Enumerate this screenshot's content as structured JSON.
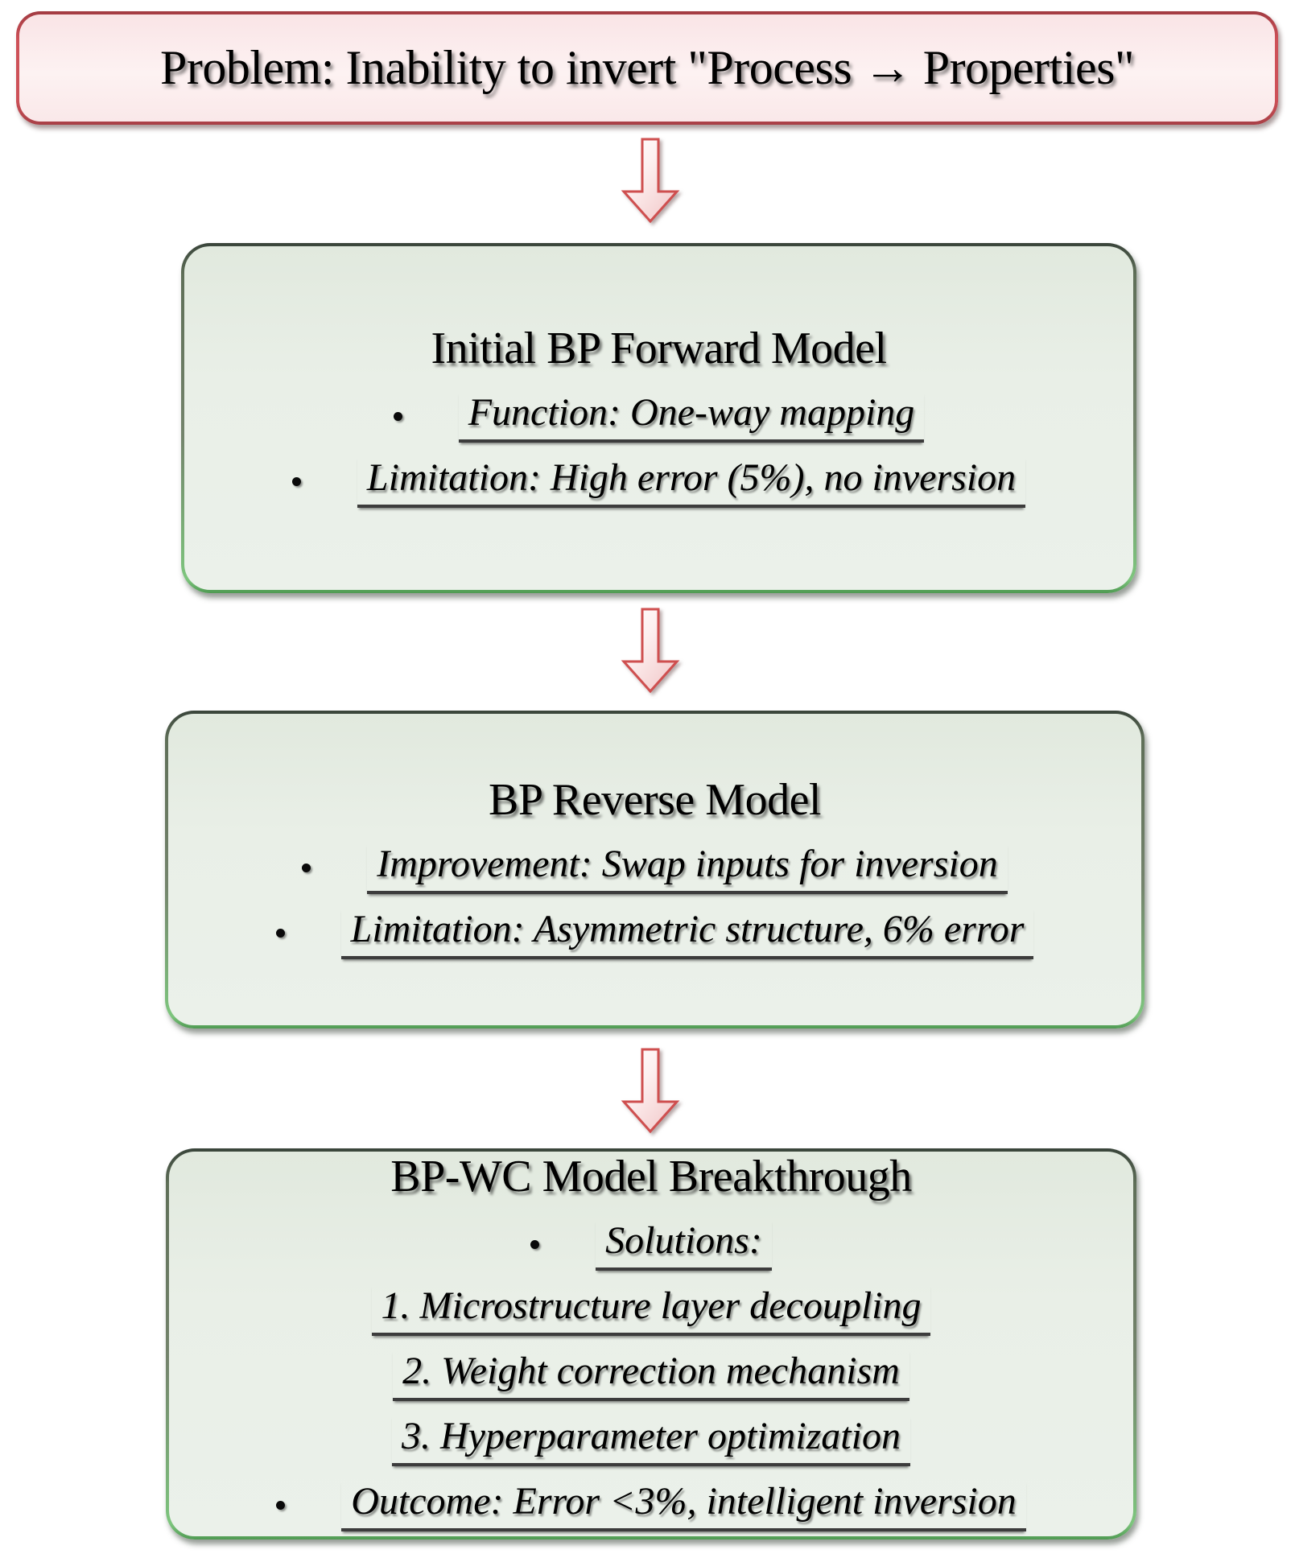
{
  "problem_box": {
    "text": "Problem: Inability to invert \"Process → Properties\""
  },
  "boxes": [
    {
      "title": "Initial BP Forward Model",
      "items": [
        {
          "bullet": true,
          "text": "Function: One-way mapping"
        },
        {
          "bullet": true,
          "text": "Limitation: High error (5%), no inversion"
        }
      ]
    },
    {
      "title": "BP Reverse Model",
      "items": [
        {
          "bullet": true,
          "text": "Improvement: Swap inputs for inversion"
        },
        {
          "bullet": true,
          "text": "Limitation: Asymmetric structure, 6% error"
        }
      ]
    },
    {
      "title": "BP-WC Model Breakthrough",
      "items": [
        {
          "bullet": true,
          "text": "Solutions:"
        },
        {
          "bullet": false,
          "text": "1. Microstructure layer decoupling"
        },
        {
          "bullet": false,
          "text": "2. Weight correction mechanism"
        },
        {
          "bullet": false,
          "text": "3. Hyperparameter optimization"
        },
        {
          "bullet": true,
          "text": "Outcome: Error <3%, intelligent inversion"
        }
      ]
    }
  ],
  "colors": {
    "problem_fill": "#fdf0f0",
    "problem_border": "#c5474d",
    "stage_fill": "#e9efe6",
    "stage_border_top": "#39443a",
    "stage_border_bottom": "#7dc57d",
    "arrow_outline": "#cf4f4f",
    "arrow_fill_light": "#fffafa",
    "arrow_fill_pink": "#f3cdce",
    "underline": "#3c3c3c",
    "text": "#000000"
  }
}
